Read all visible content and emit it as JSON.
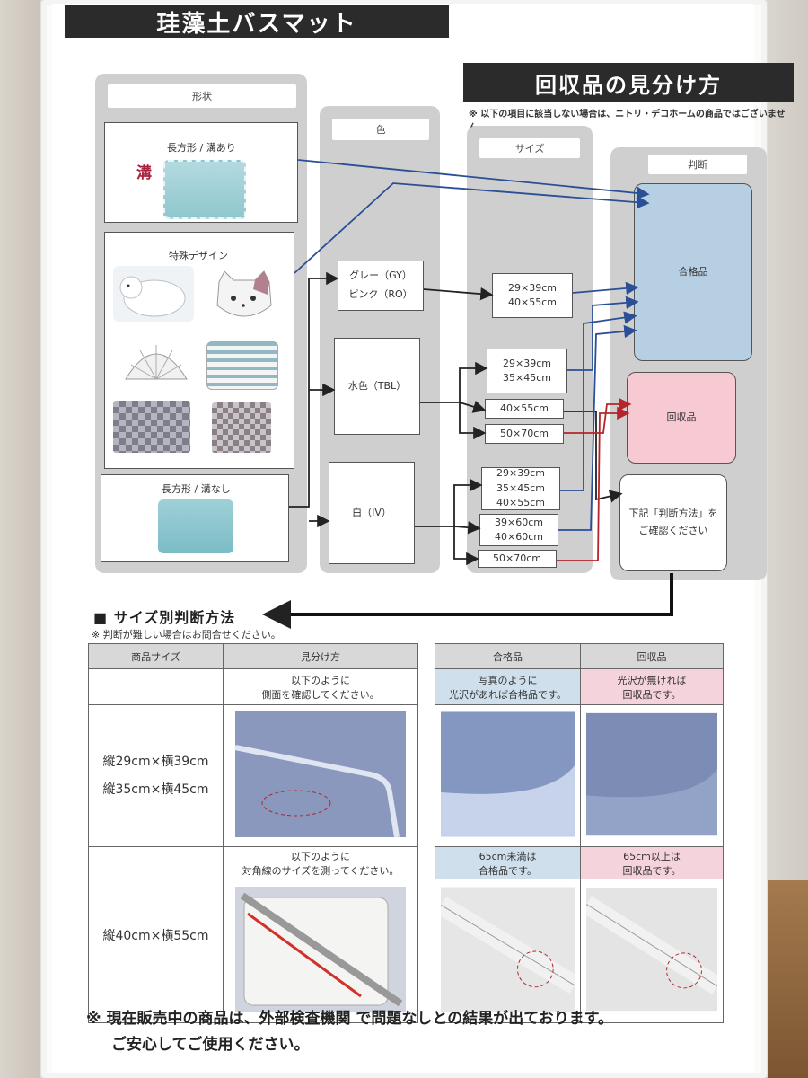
{
  "title_left": "珪藻土バスマット",
  "title_right": "回収品の見分け方",
  "notice": "※ 以下の項目に該当しない場合は、ニトリ・デコホームの商品ではございません。",
  "columns": {
    "shape": "形状",
    "color": "色",
    "size": "サイズ",
    "judgement": "判断"
  },
  "shapes": {
    "grooved": "長方形 / 溝あり",
    "groove_marker": "溝",
    "special": "特殊デザイン",
    "plain": "長方形 / 溝なし"
  },
  "colors": {
    "gray_pink": [
      "グレー（GY）",
      "ピンク（RO）"
    ],
    "light_blue": "水色（TBL）",
    "white": "白（IV）"
  },
  "sizes": {
    "gp_1": [
      "29×39cm",
      "40×55cm"
    ],
    "tbl_1": [
      "29×39cm",
      "35×45cm"
    ],
    "tbl_2": "40×55cm",
    "tbl_3": "50×70cm",
    "iv_1": [
      "29×39cm",
      "35×45cm",
      "40×55cm"
    ],
    "iv_2": [
      "39×60cm",
      "40×60cm"
    ],
    "iv_3": "50×70cm"
  },
  "judgements": {
    "pass": "合格品",
    "recall": "回収品",
    "check": [
      "下記「判断方法」を",
      "ご確認ください"
    ]
  },
  "colors_hex": {
    "pass": "#b6cfe3",
    "recall": "#f6c9d3",
    "blue_arrow": "#2a4f96",
    "red_arrow": "#b5262c"
  },
  "method": {
    "heading": "■ サイズ別判断方法",
    "note": "※ 判断が難しい場合はお問合せください。",
    "headers": {
      "size": "商品サイズ",
      "how": "見分け方",
      "pass": "合格品",
      "recall": "回収品"
    },
    "row1": {
      "sizes": [
        "縦29cm×横39cm",
        "縦35cm×横45cm"
      ],
      "how": "以下のように\n側面を確認してください。",
      "pass": "写真のように\n光沢があれば合格品です。",
      "recall": "光沢が無ければ\n回収品です。"
    },
    "row2": {
      "size": "縦40cm×横55cm",
      "how": "以下のように\n対角線のサイズを測ってください。",
      "pass": "65cm未満は\n合格品です。",
      "recall": "65cm以上は\n回収品です。"
    }
  },
  "footer": [
    "※ 現在販売中の商品は、外部検査機関 で問題なしとの結果が出ております。",
    "ご安心してご使用ください。"
  ]
}
